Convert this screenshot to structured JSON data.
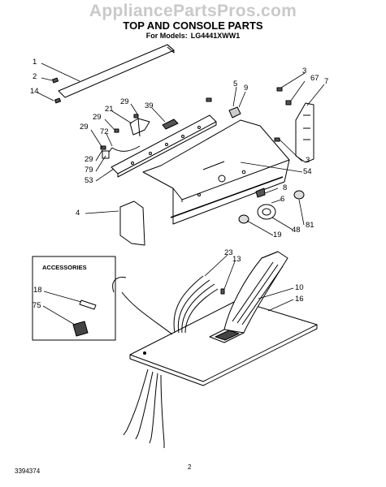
{
  "watermark": "AppliancePartsPros.com",
  "title": "TOP AND CONSOLE PARTS",
  "subtitle_prefix": "For Models:",
  "model": "LG4441XWW1",
  "accessories_title": "ACCESSORIES",
  "document_number": "3394374",
  "page_number": "2",
  "callouts": [
    {
      "id": "c-1",
      "text": "1"
    },
    {
      "id": "c-2",
      "text": "2"
    },
    {
      "id": "c-14",
      "text": "14"
    },
    {
      "id": "c-5",
      "text": "5"
    },
    {
      "id": "c-9",
      "text": "9"
    },
    {
      "id": "c-3a",
      "text": "3"
    },
    {
      "id": "c-67",
      "text": "67"
    },
    {
      "id": "c-7",
      "text": "7"
    },
    {
      "id": "c-29a",
      "text": "29"
    },
    {
      "id": "c-39",
      "text": "39"
    },
    {
      "id": "c-21",
      "text": "21"
    },
    {
      "id": "c-29b",
      "text": "29"
    },
    {
      "id": "c-29c",
      "text": "29"
    },
    {
      "id": "c-72",
      "text": "72"
    },
    {
      "id": "c-29d",
      "text": "29"
    },
    {
      "id": "c-79",
      "text": "79"
    },
    {
      "id": "c-53",
      "text": "53"
    },
    {
      "id": "c-3b",
      "text": "3"
    },
    {
      "id": "c-54",
      "text": "54"
    },
    {
      "id": "c-6",
      "text": "6"
    },
    {
      "id": "c-8",
      "text": "8"
    },
    {
      "id": "c-4",
      "text": "4"
    },
    {
      "id": "c-48",
      "text": "48"
    },
    {
      "id": "c-81",
      "text": "81"
    },
    {
      "id": "c-19",
      "text": "19"
    },
    {
      "id": "c-23",
      "text": "23"
    },
    {
      "id": "c-13",
      "text": "13"
    },
    {
      "id": "c-10",
      "text": "10"
    },
    {
      "id": "c-16",
      "text": "16"
    },
    {
      "id": "c-18",
      "text": "18"
    },
    {
      "id": "c-75",
      "text": "75"
    }
  ]
}
